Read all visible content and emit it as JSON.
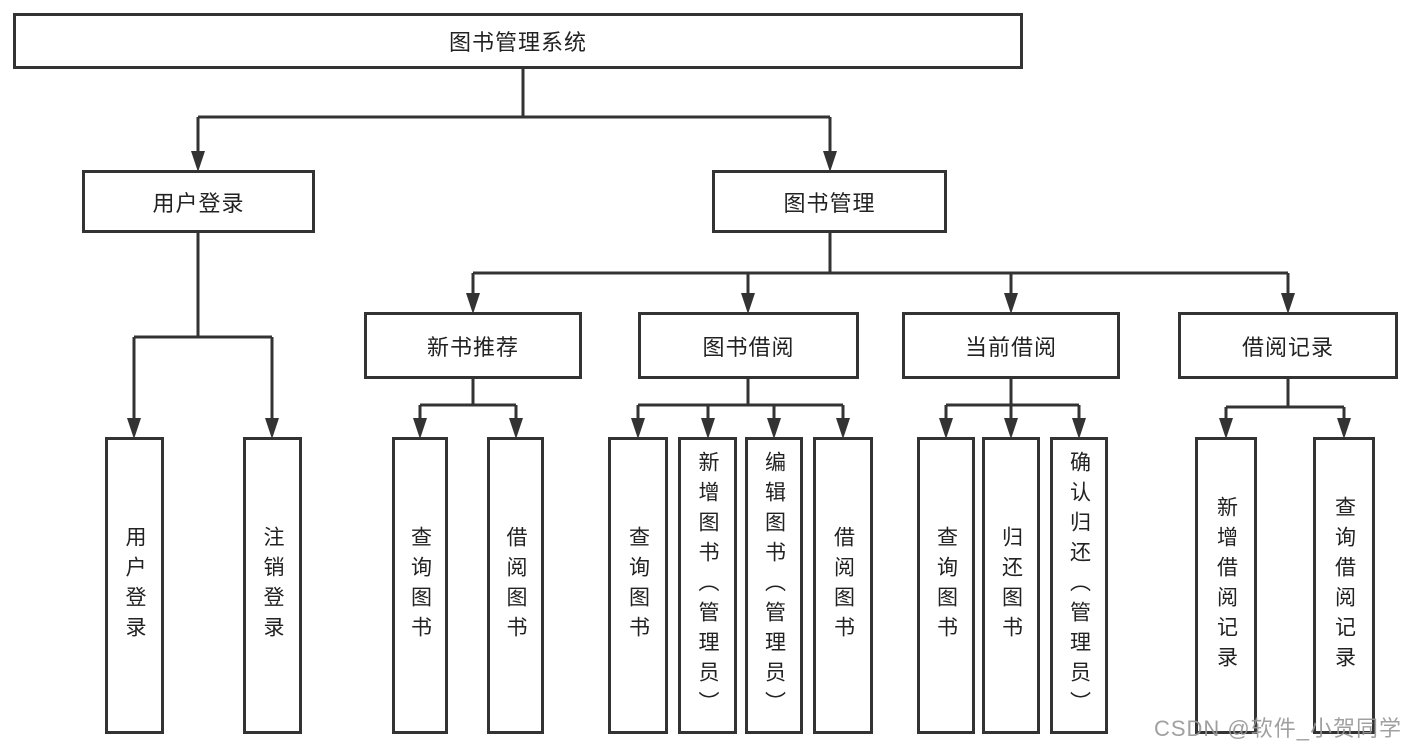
{
  "diagram": {
    "tree": {
      "label": "图书管理系统",
      "children": [
        {
          "label": "用户登录",
          "children": [
            {
              "label": "用户登录"
            },
            {
              "label": "注销登录"
            }
          ]
        },
        {
          "label": "图书管理",
          "children": [
            {
              "label": "新书推荐",
              "children": [
                {
                  "label": "查询图书"
                },
                {
                  "label": "借阅图书"
                }
              ]
            },
            {
              "label": "图书借阅",
              "children": [
                {
                  "label": "查询图书"
                },
                {
                  "label": "新增图书（管理员）"
                },
                {
                  "label": "编辑图书（管理员）"
                },
                {
                  "label": "借阅图书"
                }
              ]
            },
            {
              "label": "当前借阅",
              "children": [
                {
                  "label": "查询图书"
                },
                {
                  "label": "归还图书"
                },
                {
                  "label": "确认归还（管理员）"
                }
              ]
            },
            {
              "label": "借阅记录",
              "children": [
                {
                  "label": "新增借阅记录"
                },
                {
                  "label": "查询借阅记录"
                }
              ]
            }
          ]
        }
      ]
    },
    "colors": {
      "line": "#333333",
      "box_border": "#333333",
      "text": "#222222",
      "watermark": "#969696"
    }
  },
  "watermark": {
    "text": "CSDN @软件_小贺同学"
  }
}
